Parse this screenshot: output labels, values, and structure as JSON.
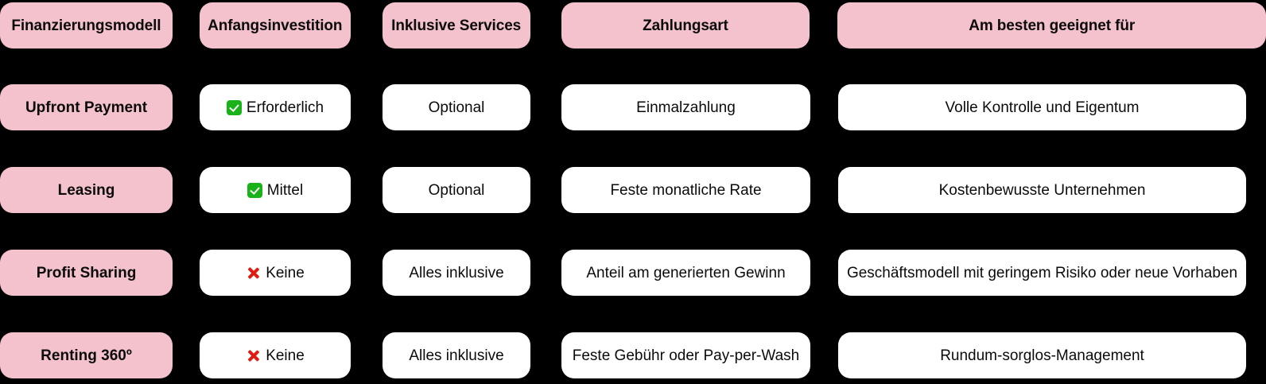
{
  "theme": {
    "background": "#000000",
    "header_pill": "#F4C2CD",
    "rowhead_pill": "#F4C2CD",
    "data_pill": "#FFFFFF",
    "text": "#0B0B0B",
    "check_green": "#19B319",
    "cross_red": "#E01B14"
  },
  "table": {
    "headers": [
      "Finanzierungsmodell",
      "Anfangsinvestition",
      "Inklusive Services",
      "Zahlungsart",
      "Am besten geeignet für"
    ],
    "rows": [
      {
        "model": "Upfront Payment",
        "investment": {
          "icon": "check-icon",
          "text": "Erforderlich"
        },
        "services": "Optional",
        "payment": "Einmalzahlung",
        "bestfor": "Volle Kontrolle und Eigentum"
      },
      {
        "model": "Leasing",
        "investment": {
          "icon": "check-icon",
          "text": "Mittel"
        },
        "services": "Optional",
        "payment": "Feste monatliche Rate",
        "bestfor": "Kostenbewusste Unternehmen"
      },
      {
        "model": "Profit Sharing",
        "investment": {
          "icon": "cross-icon",
          "text": "Keine"
        },
        "services": "Alles inklusive",
        "payment": "Anteil am generierten Gewinn",
        "bestfor": "Geschäftsmodell mit geringem Risiko oder neue Vorhaben"
      },
      {
        "model": "Renting 360º",
        "investment": {
          "icon": "cross-icon",
          "text": "Keine"
        },
        "services": "Alles inklusive",
        "payment": "Feste Gebühr oder Pay-per-Wash",
        "bestfor": "Rundum-sorglos-Management"
      }
    ]
  }
}
